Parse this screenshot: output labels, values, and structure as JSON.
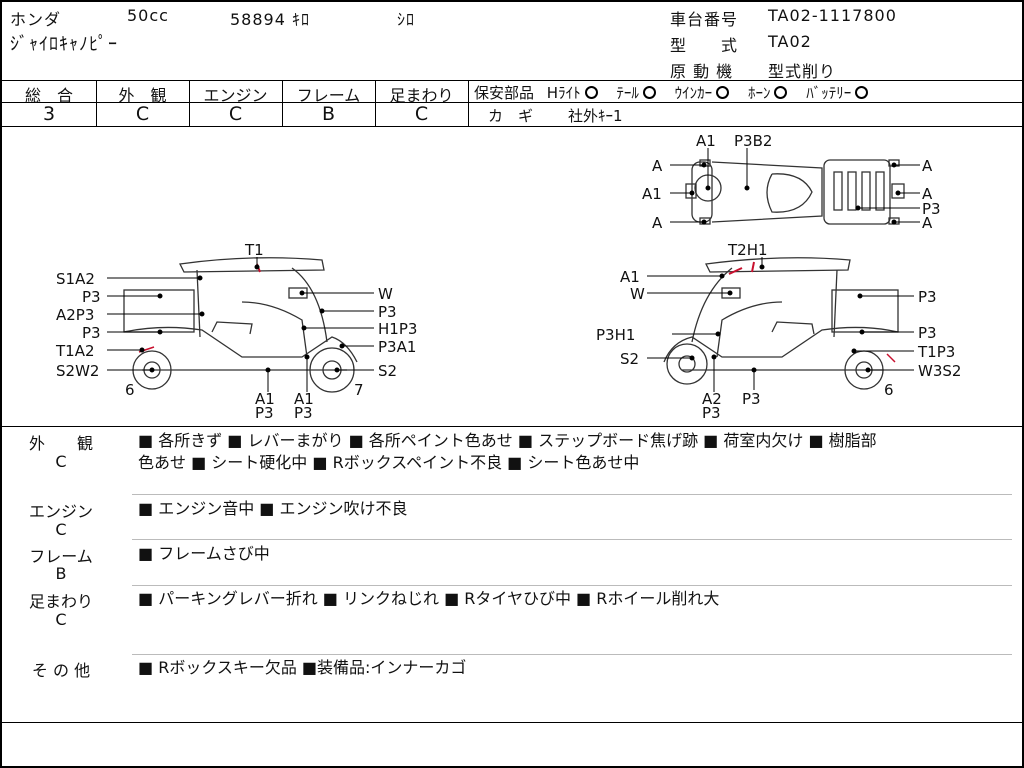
{
  "header": {
    "maker": "ホンダ",
    "cc": "50cc",
    "mileage": "58894 ｷﾛ",
    "color": "ｼﾛ",
    "model_name": "ｼﾞｬｲﾛｷｬﾉﾋﾟｰ",
    "chassis_label": "車台番号",
    "chassis_value": "TA02-1117800",
    "type_label": "型　　式",
    "type_value": "TA02",
    "engine_label": "原 動 機",
    "engine_value": "型式削り"
  },
  "grades": [
    {
      "label": "総　合",
      "value": "3"
    },
    {
      "label": "外　観",
      "value": "C"
    },
    {
      "label": "エンジン",
      "value": "C"
    },
    {
      "label": "フレーム",
      "value": "B"
    },
    {
      "label": "足まわり",
      "value": "C"
    }
  ],
  "safety": {
    "label": "保安部品",
    "items": [
      "Hﾗｲﾄ",
      "ﾃｰﾙ",
      "ｳｲﾝｶｰ",
      "ﾎｰﾝ",
      "ﾊﾞｯﾃﾘｰ"
    ],
    "key_label": "カ　ギ",
    "key_value": "社外ｷｰ1"
  },
  "diagram_labels": {
    "left": [
      "T1",
      "S1A2",
      "P3",
      "A2P3",
      "P3",
      "T1A2",
      "S2W2",
      "6",
      "W",
      "P3",
      "H1P3",
      "P3A1",
      "S2",
      "7",
      "A1",
      "P3",
      "A1",
      "P3"
    ],
    "right": [
      "T2H1",
      "A1",
      "W",
      "P3H1",
      "S2",
      "A2",
      "P3",
      "P3",
      "P3",
      "P3",
      "T1P3",
      "W3S2",
      "6"
    ],
    "top": [
      "A1",
      "P3B2",
      "A",
      "A1",
      "A",
      "A",
      "A",
      "P3",
      "A"
    ]
  },
  "notes": [
    {
      "label": "外　　観",
      "grade": "C",
      "lines": [
        "■ 各所きず ■ レバーまがり ■ 各所ペイント色あせ ■ ステップボード焦げ跡 ■ 荷室内欠け ■ 樹脂部",
        "色あせ ■ シート硬化中 ■ Rボックスペイント不良 ■ シート色あせ中"
      ]
    },
    {
      "label": "エンジン",
      "grade": "C",
      "lines": [
        "■ エンジン音中 ■ エンジン吹け不良"
      ]
    },
    {
      "label": "フレーム",
      "grade": "B",
      "lines": [
        "■ フレームさび中"
      ]
    },
    {
      "label": "足まわり",
      "grade": "C",
      "lines": [
        "■ パーキングレバー折れ ■ リンクねじれ ■ Rタイヤひび中 ■ Rホイール削れ大"
      ]
    },
    {
      "label": "そ の 他",
      "grade": "",
      "lines": [
        "■ Rボックスキー欠品 ■装備品:インナーカゴ"
      ]
    }
  ],
  "colors": {
    "ink": "#111111",
    "damage_mark": "#c8102e"
  }
}
